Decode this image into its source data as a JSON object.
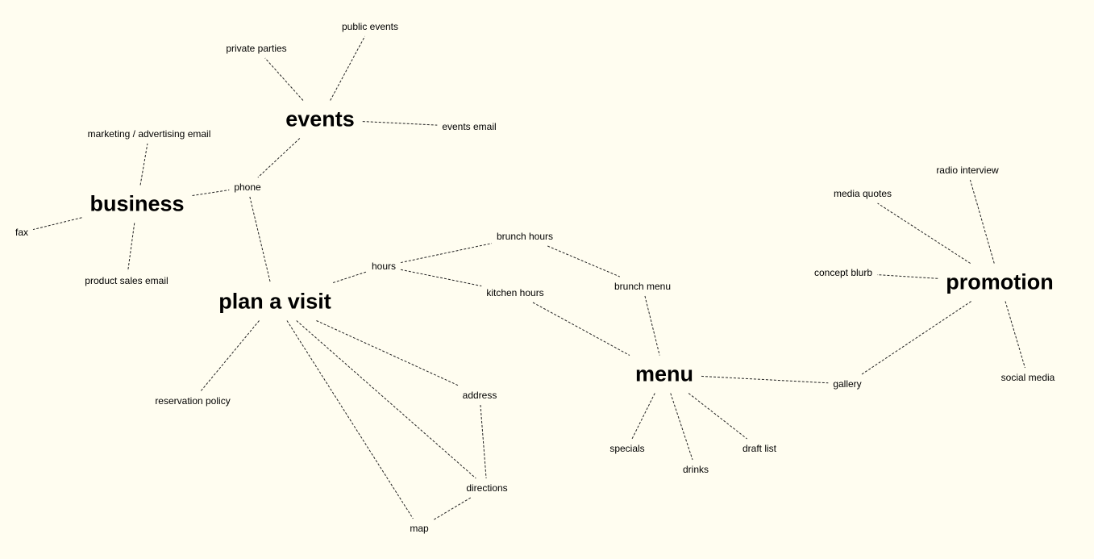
{
  "nodes": {
    "events": {
      "label": "events",
      "kind": "major"
    },
    "business": {
      "label": "business",
      "kind": "major"
    },
    "plan": {
      "label": "plan a visit",
      "kind": "major"
    },
    "menu": {
      "label": "menu",
      "kind": "major"
    },
    "promotion": {
      "label": "promotion",
      "kind": "major"
    },
    "public_events": {
      "label": "public events",
      "kind": "minor"
    },
    "private_parties": {
      "label": "private parties",
      "kind": "minor"
    },
    "events_email": {
      "label": "events email",
      "kind": "minor"
    },
    "marketing_email": {
      "label": "marketing / advertising email",
      "kind": "minor"
    },
    "phone": {
      "label": "phone",
      "kind": "minor"
    },
    "fax": {
      "label": "fax",
      "kind": "minor"
    },
    "product_sales_email": {
      "label": "product sales email",
      "kind": "minor"
    },
    "hours": {
      "label": "hours",
      "kind": "minor"
    },
    "brunch_hours": {
      "label": "brunch hours",
      "kind": "minor"
    },
    "kitchen_hours": {
      "label": "kitchen hours",
      "kind": "minor"
    },
    "brunch_menu": {
      "label": "brunch menu",
      "kind": "minor"
    },
    "reservation_policy": {
      "label": "reservation policy",
      "kind": "minor"
    },
    "address": {
      "label": "address",
      "kind": "minor"
    },
    "directions": {
      "label": "directions",
      "kind": "minor"
    },
    "map": {
      "label": "map",
      "kind": "minor"
    },
    "specials": {
      "label": "specials",
      "kind": "minor"
    },
    "drinks": {
      "label": "drinks",
      "kind": "minor"
    },
    "draft_list": {
      "label": "draft list",
      "kind": "minor"
    },
    "gallery": {
      "label": "gallery",
      "kind": "minor"
    },
    "radio_interview": {
      "label": "radio interview",
      "kind": "minor"
    },
    "media_quotes": {
      "label": "media quotes",
      "kind": "minor"
    },
    "concept_blurb": {
      "label": "concept blurb",
      "kind": "minor"
    },
    "social_media": {
      "label": "social media",
      "kind": "minor"
    }
  },
  "edges": [
    [
      "events",
      "public_events"
    ],
    [
      "events",
      "private_parties"
    ],
    [
      "events",
      "events_email"
    ],
    [
      "events",
      "phone"
    ],
    [
      "business",
      "marketing_email"
    ],
    [
      "business",
      "phone"
    ],
    [
      "business",
      "fax"
    ],
    [
      "business",
      "product_sales_email"
    ],
    [
      "phone",
      "plan"
    ],
    [
      "plan",
      "hours"
    ],
    [
      "plan",
      "reservation_policy"
    ],
    [
      "plan",
      "address"
    ],
    [
      "plan",
      "directions"
    ],
    [
      "plan",
      "map"
    ],
    [
      "hours",
      "brunch_hours"
    ],
    [
      "hours",
      "kitchen_hours"
    ],
    [
      "brunch_hours",
      "brunch_menu"
    ],
    [
      "brunch_menu",
      "menu"
    ],
    [
      "kitchen_hours",
      "menu"
    ],
    [
      "address",
      "directions"
    ],
    [
      "directions",
      "map"
    ],
    [
      "menu",
      "specials"
    ],
    [
      "menu",
      "drinks"
    ],
    [
      "menu",
      "draft_list"
    ],
    [
      "menu",
      "gallery"
    ],
    [
      "gallery",
      "promotion"
    ],
    [
      "promotion",
      "media_quotes"
    ],
    [
      "promotion",
      "radio_interview"
    ],
    [
      "promotion",
      "concept_blurb"
    ],
    [
      "promotion",
      "social_media"
    ]
  ],
  "colors": {
    "background": "#fffdf0",
    "text": "#000000",
    "edge": "#222222"
  }
}
